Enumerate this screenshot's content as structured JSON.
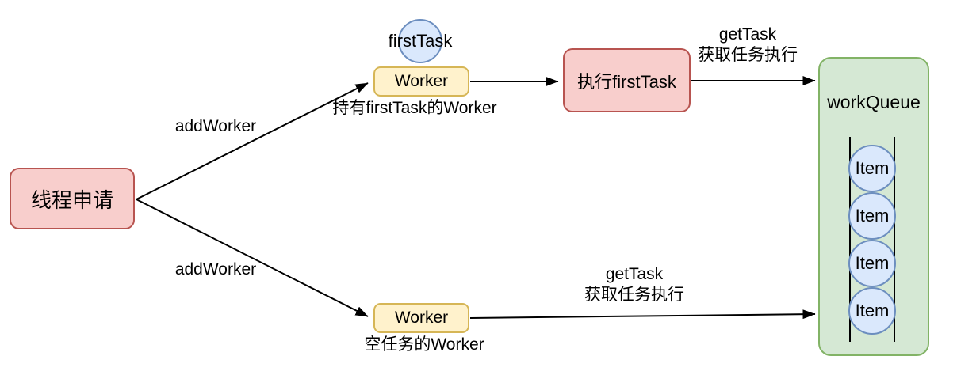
{
  "diagram": {
    "title_hint": "thread pool addWorker / getTask flow",
    "nodes": {
      "thread_request": "线程申请",
      "first_task": "firstTask",
      "worker_top": "Worker",
      "worker_bottom": "Worker",
      "execute_first_task": "执行firstTask",
      "work_queue": "workQueue"
    },
    "queue_items": [
      "Item",
      "Item",
      "Item",
      "Item"
    ],
    "captions": {
      "worker_top": "持有firstTask的Worker",
      "worker_bottom": "空任务的Worker"
    },
    "edges": {
      "add_worker_top": "addWorker",
      "add_worker_bottom": "addWorker",
      "get_task_top": [
        "getTask",
        "获取任务执行"
      ],
      "get_task_bottom": [
        "getTask",
        "获取任务执行"
      ]
    },
    "colors": {
      "background": "#ffffff",
      "pink_fill": "#f8cecc",
      "pink_stroke": "#b85450",
      "yellow_fill": "#fff2cc",
      "yellow_stroke": "#d6b656",
      "blue_fill": "#dae8fc",
      "blue_stroke": "#6c8ebf",
      "green_fill": "#d5e8d4",
      "green_stroke": "#82b366",
      "line": "#000000",
      "text": "#000000"
    }
  }
}
